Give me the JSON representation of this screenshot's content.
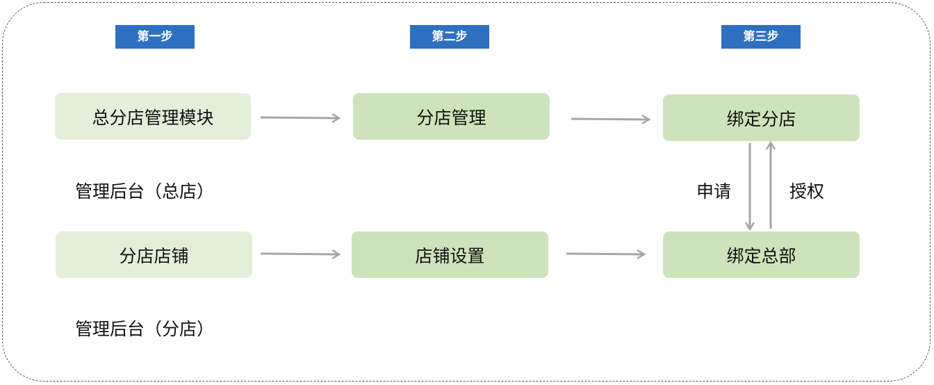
{
  "steps": {
    "step1": "第一步",
    "step2": "第二步",
    "step3": "第三步"
  },
  "nodes": {
    "hq_module": "总分店管理模块",
    "branch_shop": "分店店铺",
    "branch_manage": "分店管理",
    "shop_settings": "店铺设置",
    "bind_branch": "绑定分店",
    "bind_hq": "绑定总部"
  },
  "captions": {
    "backend_hq": "管理后台（总店）",
    "backend_branch": "管理后台（分店）"
  },
  "edge_labels": {
    "apply": "申请",
    "authorize": "授权"
  },
  "colors": {
    "badge": "#2f6fbf",
    "node_light": "#e4efd9",
    "node_mid": "#cde3ba",
    "arrow": "#a6a6a6",
    "frame_border": "#3f5585"
  }
}
